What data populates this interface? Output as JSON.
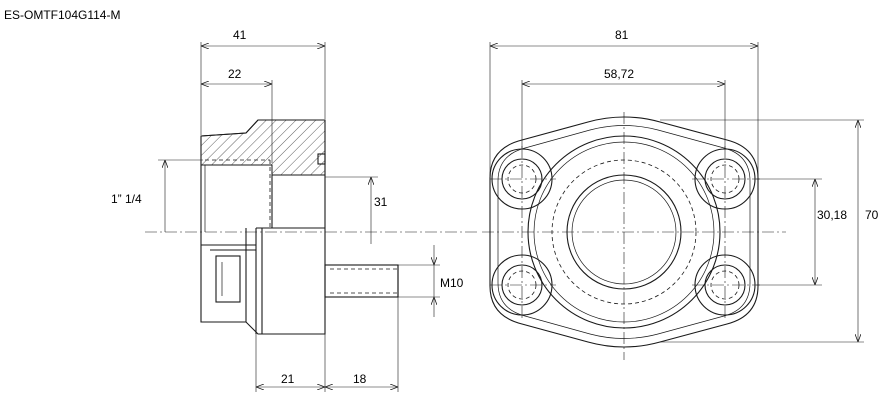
{
  "part_number": "ES-OMTF104G114-M",
  "dimensions": {
    "overall_width_side": "41",
    "thread_depth": "22",
    "port_thread": "1” 1/4",
    "center_height": "31",
    "flange_thickness": "21",
    "bolt_protrusion": "18",
    "bolt_thread": "M10",
    "overall_width_front": "81",
    "bolt_spacing_horizontal": "58,72",
    "bolt_spacing_vertical": "30,18",
    "overall_height": "70"
  }
}
